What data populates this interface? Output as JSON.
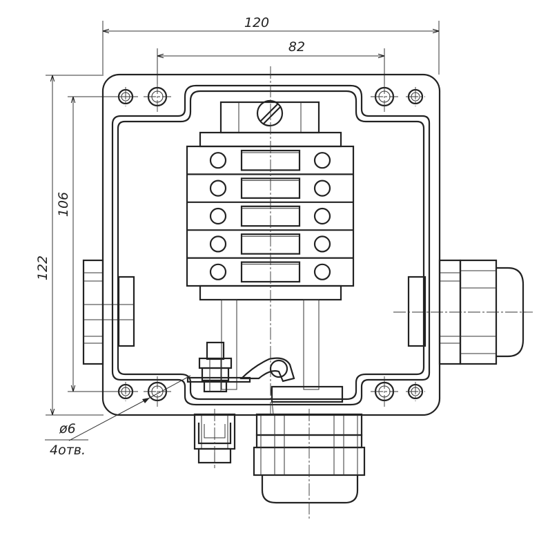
{
  "drawing": {
    "dimensions": {
      "overall_width": "120",
      "hole_spacing_horizontal": "82",
      "hole_spacing_vertical": "106",
      "overall_height": "122",
      "hole_diameter": "ø6",
      "hole_count": "4отв."
    },
    "terminal_block": {
      "terminal_rows": 5
    },
    "colors": {
      "line": "#222222",
      "background": "#ffffff"
    }
  }
}
